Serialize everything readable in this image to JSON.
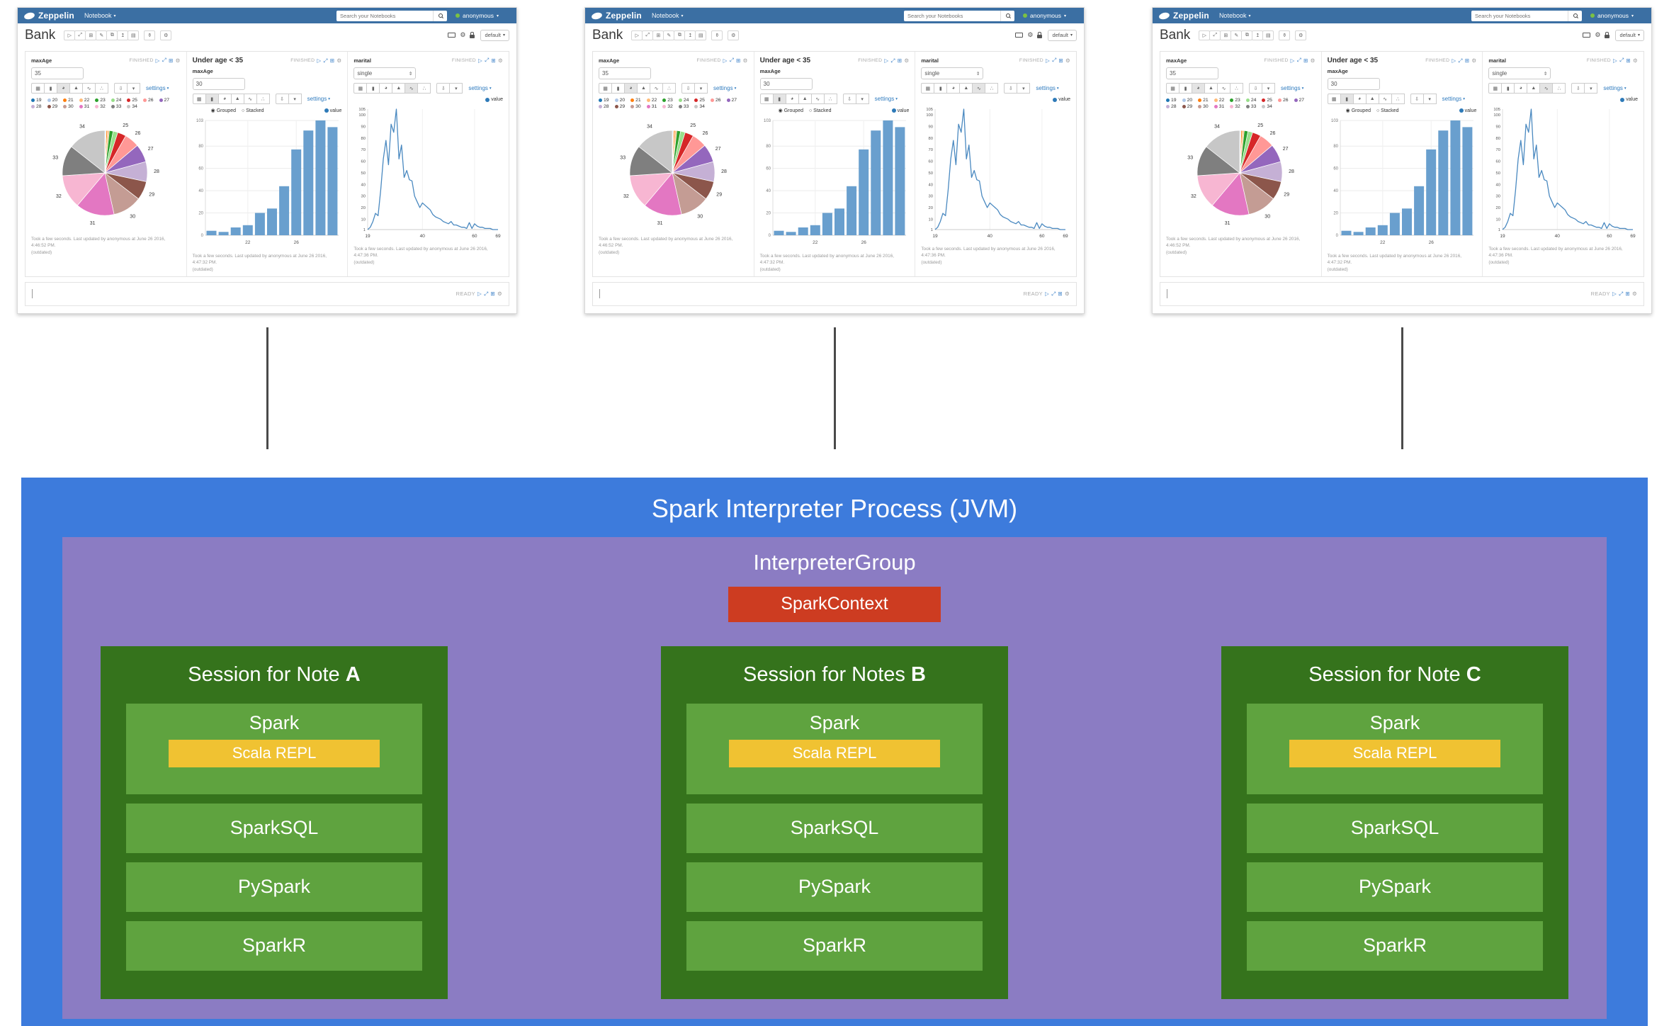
{
  "navbar": {
    "brand": "Zeppelin",
    "menu_notebook": "Notebook",
    "search_placeholder": "Search your Notebooks",
    "user": "anonymous"
  },
  "note": {
    "title": "Bank",
    "binding_label": "default",
    "status_ready": "READY"
  },
  "glyphs": {
    "run_all": "▷",
    "collapse": "⤢",
    "grid": "⊞",
    "edit": "✎",
    "clone": "⧉",
    "export": "↥",
    "report": "▤",
    "trash": "⚱",
    "gear": "⚙",
    "caret": "▾",
    "play": "▷",
    "expand": "⤢",
    "book": "⊞",
    "table": "▦",
    "bar": "▮",
    "pie": "◕",
    "area": "▲",
    "line": "∿",
    "scatter": "∴",
    "download": "⇩",
    "select_arrows": "⇕",
    "radio_on": "◉",
    "radio_off": "○"
  },
  "paragraphs": [
    {
      "name": "maxAge",
      "input_value": "35",
      "status": "FINISHED",
      "settings_label": "settings",
      "footer": "Took a few seconds. Last updated by anonymous at June 26 2016, 4:46:52 PM.",
      "footer_note": "(outdated)"
    },
    {
      "title": "Under age < 35",
      "name": "maxAge",
      "input_value": "30",
      "status": "FINISHED",
      "grouped_label": "Grouped",
      "stacked_label": "Stacked",
      "series_label": "value",
      "settings_label": "settings",
      "footer": "Took a few seconds. Last updated by anonymous at June 26 2016, 4:47:32 PM.",
      "footer_note": "(outdated)"
    },
    {
      "name": "marital",
      "select_value": "single",
      "status": "FINISHED",
      "series_label": "value",
      "settings_label": "settings",
      "footer": "Took a few seconds. Last updated by anonymous at June 26 2016, 4:47:36 PM.",
      "footer_note": "(outdated)"
    }
  ],
  "chart_data": [
    {
      "type": "pie",
      "categories": [
        "19",
        "20",
        "21",
        "22",
        "23",
        "24",
        "25",
        "26",
        "27",
        "28",
        "29",
        "30",
        "31",
        "32",
        "33",
        "34"
      ],
      "values": [
        4,
        3,
        7,
        9,
        20,
        24,
        44,
        77,
        94,
        103,
        97,
        150,
        199,
        174,
        158,
        196
      ],
      "colors": [
        "#1f77b4",
        "#aec7e8",
        "#ff7f0e",
        "#ffbb78",
        "#2ca02c",
        "#98df8a",
        "#d62728",
        "#ff9896",
        "#9467bd",
        "#c5b0d5",
        "#8c564b",
        "#c49c94",
        "#e377c2",
        "#f7b6d2",
        "#7f7f7f",
        "#c7c7c7"
      ],
      "label_min": 40,
      "legend_position": "top"
    },
    {
      "type": "bar",
      "categories": [
        "19",
        "20",
        "21",
        "22",
        "23",
        "24",
        "25",
        "26",
        "27",
        "28",
        "29"
      ],
      "values": [
        4,
        3,
        7,
        9,
        20,
        24,
        44,
        77,
        94,
        103,
        97
      ],
      "series": "value",
      "ylim": [
        0,
        103
      ],
      "yticks": [
        103,
        80,
        60,
        40,
        20,
        0
      ],
      "xtick_labels": [
        "22",
        "26"
      ],
      "xtick_indices": [
        3,
        7
      ],
      "color": "#699fce",
      "grid": true,
      "legend_position": "top-right"
    },
    {
      "type": "line",
      "x_start": 19,
      "x_end": 69,
      "values": [
        1,
        3,
        8,
        15,
        13,
        35,
        62,
        78,
        57,
        92,
        85,
        105,
        62,
        74,
        46,
        52,
        44,
        43,
        30,
        25,
        20,
        24,
        22,
        20,
        18,
        14,
        12,
        11,
        10,
        8,
        7,
        6,
        8,
        5,
        5,
        4,
        3,
        3,
        2,
        7,
        2,
        6,
        4,
        3,
        3,
        2,
        2,
        2,
        1,
        1,
        1
      ],
      "series": "value",
      "ylim": [
        1,
        105
      ],
      "yticks": [
        105,
        100,
        90,
        80,
        70,
        60,
        50,
        40,
        30,
        20,
        10,
        1
      ],
      "xticks": [
        19,
        40,
        60,
        69
      ],
      "color": "#4a89c0",
      "grid": true,
      "legend_position": "top-right"
    }
  ],
  "diagram": {
    "process_title": "Spark Interpreter Process (JVM)",
    "group_title": "InterpreterGroup",
    "context_label": "SparkContext",
    "sessions": [
      {
        "title": "Session for Note",
        "note_letter": "A"
      },
      {
        "title": "Session for Notes",
        "note_letter": "B"
      },
      {
        "title": "Session for Note",
        "note_letter": "C"
      }
    ],
    "interpreters": [
      "Spark",
      "SparkSQL",
      "PySpark",
      "SparkR"
    ],
    "scala_repl_label": "Scala REPL",
    "colors": {
      "process": "#3d7bdc",
      "group": "#8b7cc3",
      "context": "#cd3c21",
      "session": "#35731c",
      "interpreter": "#5fa33f",
      "repl": "#f0c232",
      "series": "#2e7ab8"
    }
  }
}
